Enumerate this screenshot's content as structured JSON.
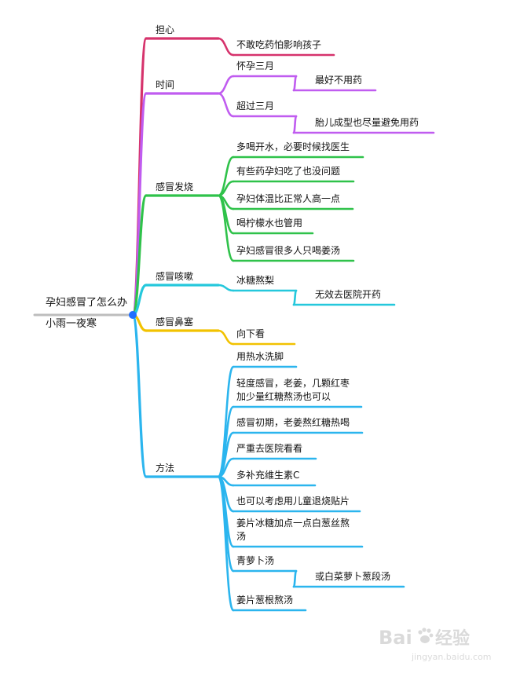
{
  "root": {
    "title": "孕妇感冒了怎么办",
    "subtitle": "小雨一夜寒"
  },
  "colors": {
    "root_line": "#bdbdbd",
    "root_dot": "#1f6fff",
    "subtitle": "#9e9e9e"
  },
  "branches": [
    {
      "label": "担心",
      "color": "#d6336c",
      "children": [
        {
          "label": "不敢吃药怕影响孩子"
        }
      ]
    },
    {
      "label": "时间",
      "color": "#c05cf0",
      "children": [
        {
          "label": "怀孕三月",
          "children": [
            {
              "label": "最好不用药"
            }
          ]
        },
        {
          "label": "超过三月",
          "children": [
            {
              "label": "胎儿成型也尽量避免用药"
            }
          ]
        }
      ]
    },
    {
      "label": "感冒发烧",
      "color": "#2fc24a",
      "children": [
        {
          "label": "多喝开水，必要时候找医生"
        },
        {
          "label": "有些药孕妇吃了也没问题"
        },
        {
          "label": "孕妇体温比正常人高一点"
        },
        {
          "label": "喝柠檬水也管用"
        },
        {
          "label": "孕妇感冒很多人只喝姜汤"
        }
      ]
    },
    {
      "label": "感冒咳嗽",
      "color": "#25c8dc",
      "children": [
        {
          "label": "冰糖熬梨",
          "children": [
            {
              "label": "无效去医院开药"
            }
          ]
        }
      ]
    },
    {
      "label": "感冒鼻塞",
      "color": "#f2c200",
      "children": [
        {
          "label": "向下看"
        }
      ]
    },
    {
      "label": "方法",
      "color": "#2bb5ee",
      "children": [
        {
          "label": "用热水洗脚"
        },
        {
          "label": "轻度感冒，老姜，几颗红枣",
          "label2": "加少量红糖熬汤也可以"
        },
        {
          "label": "感冒初期，老姜熬红糖热喝"
        },
        {
          "label": "严重去医院看看"
        },
        {
          "label": "多补充维生素C"
        },
        {
          "label": "也可以考虑用儿童退烧贴片"
        },
        {
          "label": "姜片冰糖加点一点白葱丝熬",
          "label2": "汤"
        },
        {
          "label": "青萝卜汤",
          "children": [
            {
              "label": "或白菜萝卜葱段汤"
            }
          ]
        },
        {
          "label": "姜片葱根熬汤"
        }
      ]
    }
  ],
  "watermark": {
    "brand": "Bai",
    "paw_icon": "paw-icon",
    "suffix": "经验",
    "url": "jingyan.baidu.com"
  }
}
